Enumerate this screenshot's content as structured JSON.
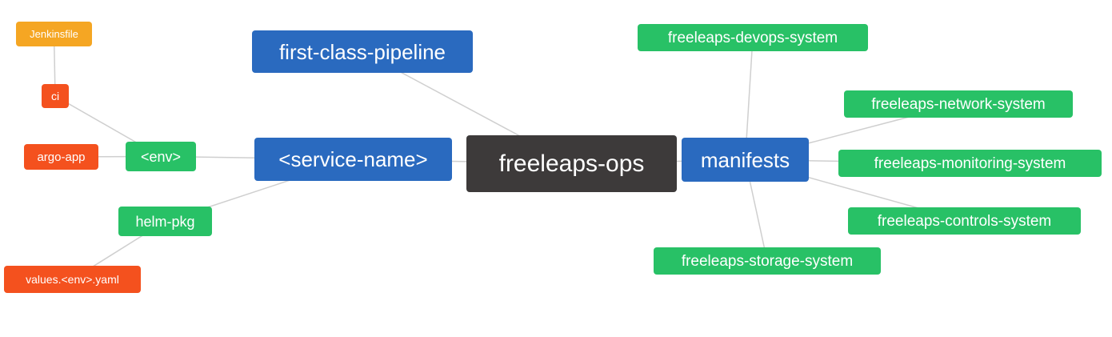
{
  "diagram": {
    "type": "mindmap",
    "palette": {
      "blue": "#2a6abf",
      "dark": "#3d3a3a",
      "green": "#28c166",
      "red": "#f4511e",
      "amber": "#f5a623",
      "edge": "#cfcfcf"
    },
    "nodes": {
      "root": {
        "label": "freeleaps-ops",
        "color": "#3d3a3a"
      },
      "first_class_pipeline": {
        "label": "first-class-pipeline",
        "color": "#2a6abf"
      },
      "service_name": {
        "label": "<service-name>",
        "color": "#2a6abf"
      },
      "manifests": {
        "label": "manifests",
        "color": "#2a6abf"
      },
      "env": {
        "label": "<env>",
        "color": "#28c166"
      },
      "helm_pkg": {
        "label": "helm-pkg",
        "color": "#28c166"
      },
      "jenkinsfile": {
        "label": "Jenkinsfile",
        "color": "#f5a623"
      },
      "ci": {
        "label": "ci",
        "color": "#f4511e"
      },
      "argo_app": {
        "label": "argo-app",
        "color": "#f4511e"
      },
      "values_env_yaml": {
        "label": "values.<env>.yaml",
        "color": "#f4511e"
      },
      "devops_system": {
        "label": "freeleaps-devops-system",
        "color": "#28c166"
      },
      "network_system": {
        "label": "freeleaps-network-system",
        "color": "#28c166"
      },
      "monitoring_system": {
        "label": "freeleaps-monitoring-system",
        "color": "#28c166"
      },
      "controls_system": {
        "label": "freeleaps-controls-system",
        "color": "#28c166"
      },
      "storage_system": {
        "label": "freeleaps-storage-system",
        "color": "#28c166"
      }
    },
    "edges": [
      {
        "from": "jenkinsfile",
        "to": "ci"
      },
      {
        "from": "ci",
        "to": "env"
      },
      {
        "from": "argo_app",
        "to": "env"
      },
      {
        "from": "env",
        "to": "service_name"
      },
      {
        "from": "values_env_yaml",
        "to": "helm_pkg"
      },
      {
        "from": "helm_pkg",
        "to": "service_name"
      },
      {
        "from": "service_name",
        "to": "root"
      },
      {
        "from": "first_class_pipeline",
        "to": "root"
      },
      {
        "from": "root",
        "to": "manifests"
      },
      {
        "from": "manifests",
        "to": "devops_system"
      },
      {
        "from": "manifests",
        "to": "network_system"
      },
      {
        "from": "manifests",
        "to": "monitoring_system"
      },
      {
        "from": "manifests",
        "to": "controls_system"
      },
      {
        "from": "manifests",
        "to": "storage_system"
      }
    ]
  }
}
